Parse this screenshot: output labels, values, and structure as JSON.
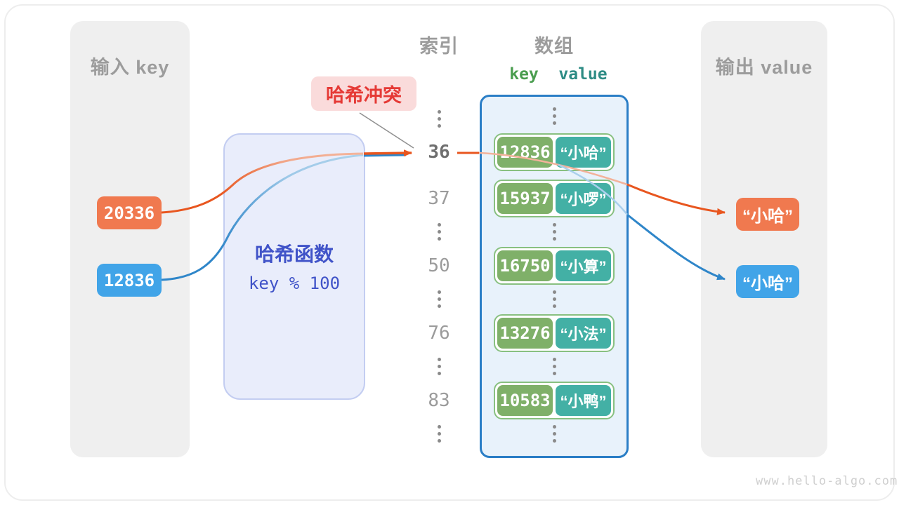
{
  "watermark": "www.hello-algo.com",
  "input_panel": {
    "title": "输入 key",
    "items": [
      {
        "label": "20336",
        "color": "orange"
      },
      {
        "label": "12836",
        "color": "blue"
      }
    ]
  },
  "hash_box": {
    "title": "哈希函数",
    "formula": "key % 100"
  },
  "collision": {
    "label": "哈希冲突"
  },
  "index_col": {
    "title": "索引",
    "values": [
      "36",
      "37",
      "50",
      "76",
      "83"
    ],
    "highlighted": "36"
  },
  "array": {
    "title": "数组",
    "key_header": "key",
    "value_header": "value",
    "rows": [
      {
        "key": "12836",
        "value": "“小哈”"
      },
      {
        "key": "15937",
        "value": "“小啰”"
      },
      {
        "key": "16750",
        "value": "“小算”"
      },
      {
        "key": "13276",
        "value": "“小法”"
      },
      {
        "key": "10583",
        "value": "“小鸭”"
      }
    ]
  },
  "output_panel": {
    "title": "输出 value",
    "items": [
      {
        "label": "“小哈”",
        "color": "orange"
      },
      {
        "label": "“小哈”",
        "color": "blue"
      }
    ]
  },
  "colors": {
    "orange_box": "#f0794f",
    "orange_line": "#e8561f",
    "blue_box": "#41a4e8",
    "blue_line": "#2f86c9",
    "key_green": "#7fb069",
    "value_teal": "#43b0a5",
    "row_border": "#88c080",
    "array_border": "#2a7ec6",
    "array_fill": "#e8f2fb",
    "hash_fill": "#e9edfb",
    "hash_text": "#4053c8",
    "collision_bg": "#fadbdb",
    "collision_text": "#e53935",
    "panel_bg": "#efefef",
    "muted_text": "#9b9b9b",
    "key_header_green": "#4a9d4f",
    "value_header_teal": "#2e8c85"
  }
}
